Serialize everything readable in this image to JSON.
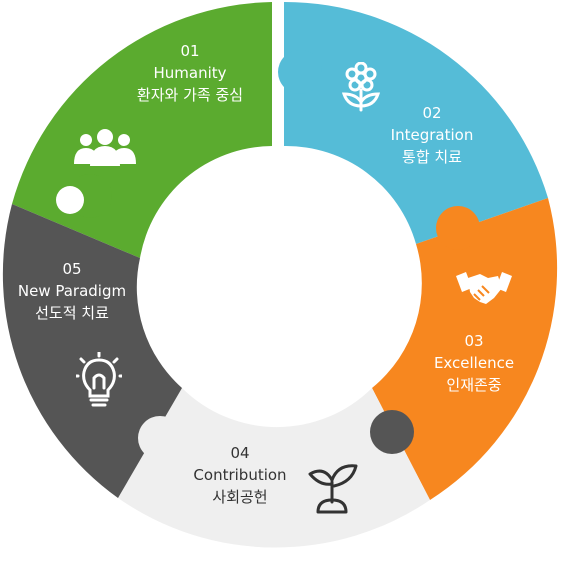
{
  "segments": [
    {
      "num": "01",
      "title": "Humanity",
      "subtitle": "환자와 가족 중심",
      "color": "#5bab2f",
      "icon": "people-icon"
    },
    {
      "num": "02",
      "title": "Integration",
      "subtitle": "통합 치료",
      "color": "#55bcd7",
      "icon": "flower-icon"
    },
    {
      "num": "03",
      "title": "Excellence",
      "subtitle": "인재존중",
      "color": "#f7871f",
      "icon": "handshake-icon"
    },
    {
      "num": "04",
      "title": "Contribution",
      "subtitle": "사회공헌",
      "color": "#efefef",
      "icon": "sprout-icon"
    },
    {
      "num": "05",
      "title": "New Paradigm",
      "subtitle": "선도적 치료",
      "color": "#555555",
      "icon": "lightbulb-icon"
    }
  ]
}
